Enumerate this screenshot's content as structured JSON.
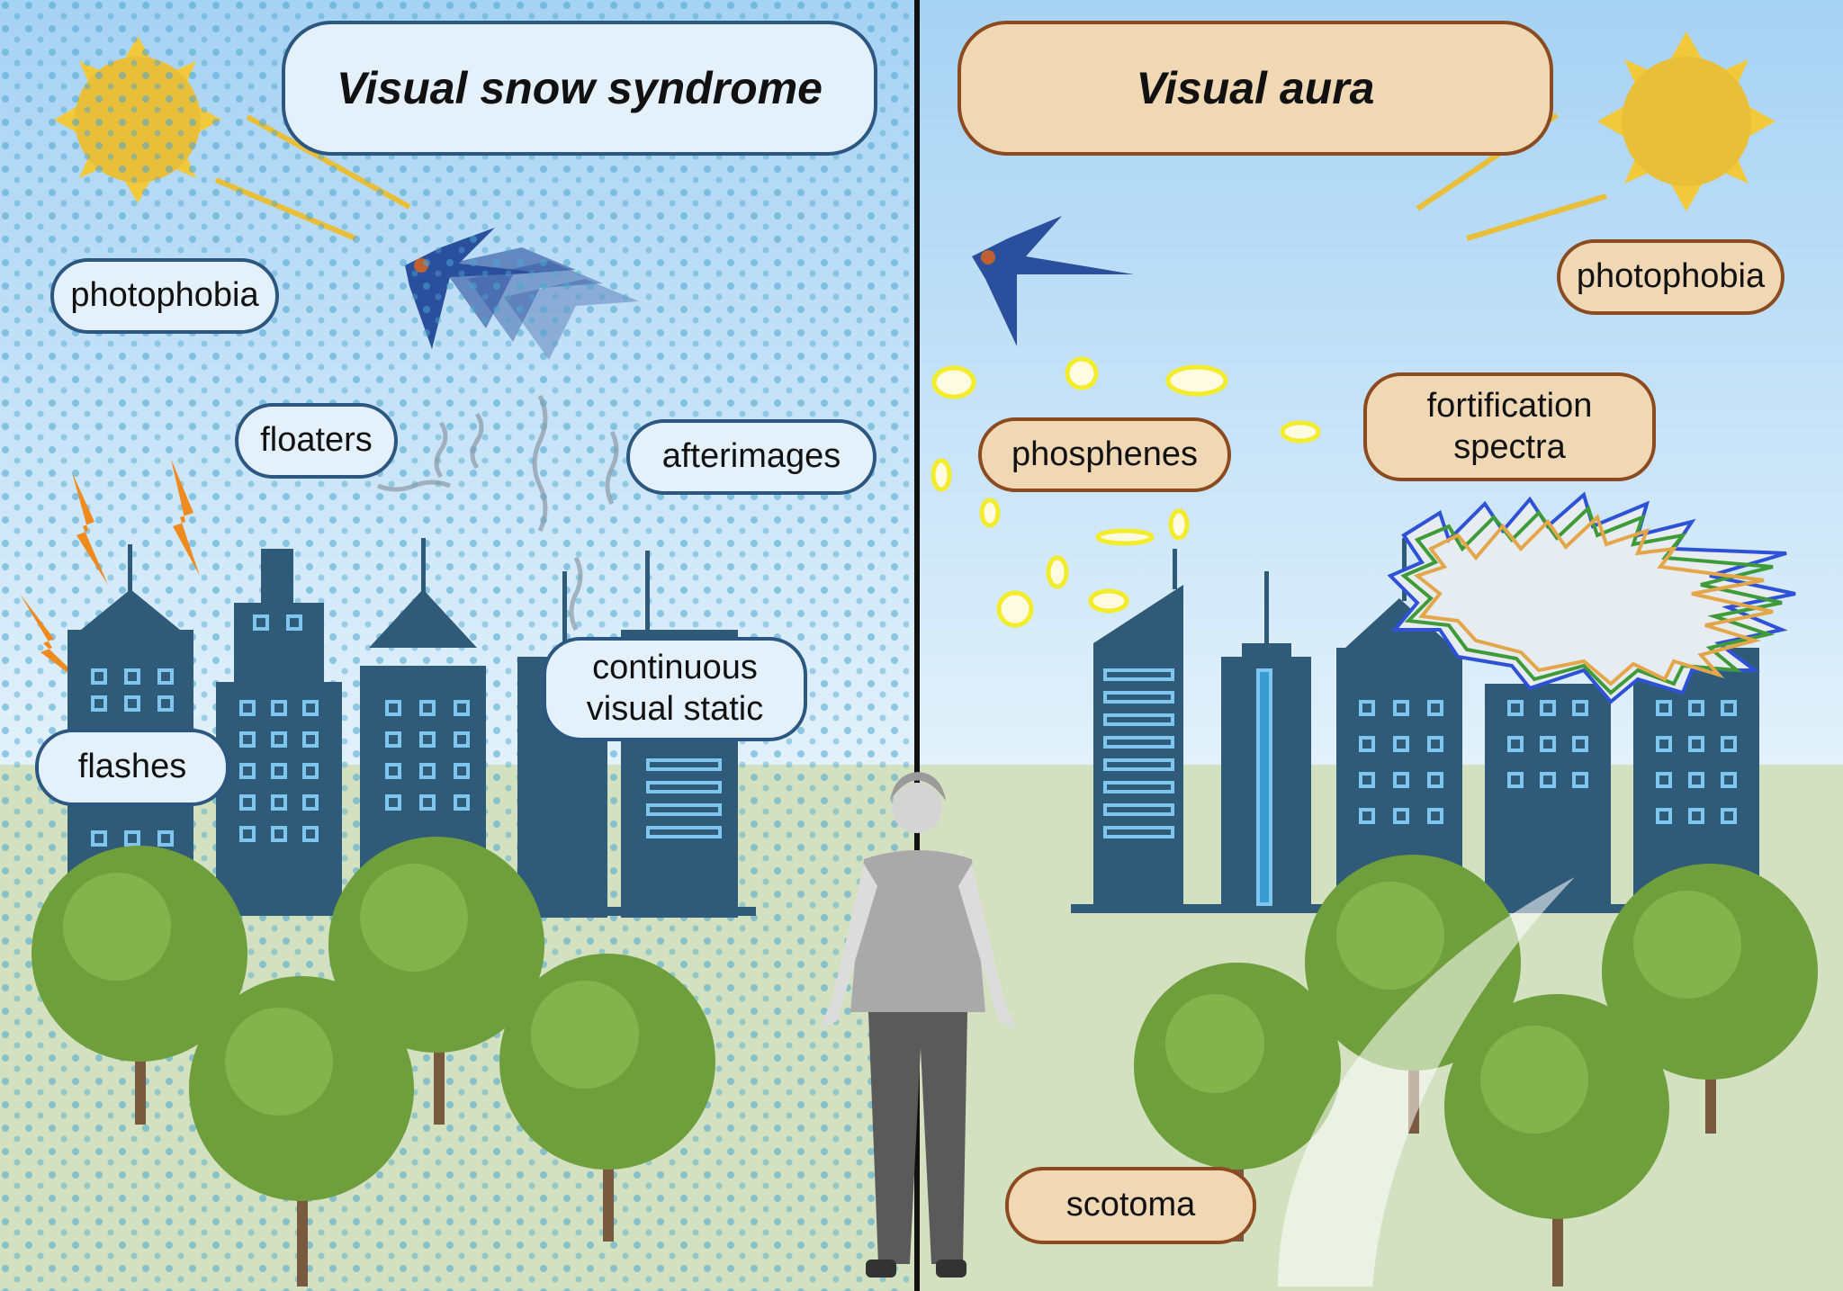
{
  "left_panel": {
    "title": "Visual snow syndrome",
    "labels": {
      "photophobia": "photophobia",
      "floaters": "floaters",
      "afterimages": "afterimages",
      "continuous_visual_static": "continuous visual static",
      "flashes": "flashes"
    }
  },
  "right_panel": {
    "title": "Visual aura",
    "labels": {
      "photophobia": "photophobia",
      "phosphenes": "phosphenes",
      "fortification_spectra": "fortification spectra",
      "scotoma": "scotoma"
    }
  },
  "colors": {
    "snow_box_fill": "#e4f1fb",
    "snow_box_border": "#2c5780",
    "aura_box_fill": "#f0d8b4",
    "aura_box_border": "#8b4a1f",
    "building": "#2f5b78",
    "window": "#7fc6ef",
    "sun": "#e9bf3a",
    "ground": "#d3e1c0"
  }
}
